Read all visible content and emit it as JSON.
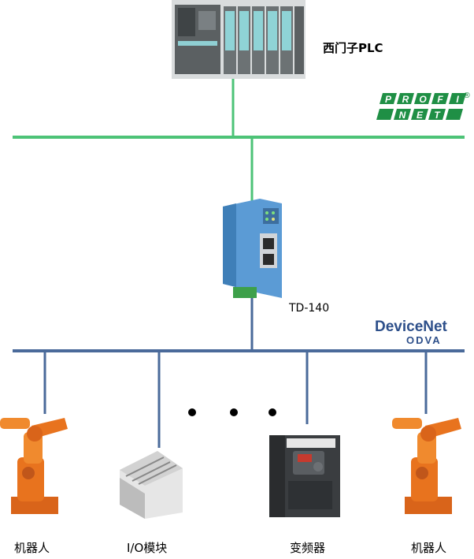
{
  "plc_label": "西门子PLC",
  "gateway_label": "TD-140",
  "profinet_logo": {
    "row1": [
      "P",
      "R",
      "O",
      "F",
      "I"
    ],
    "row2": [
      "N",
      "E",
      "T"
    ],
    "mark": "®"
  },
  "devicenet_logo": {
    "line1": "DeviceNet",
    "line2": "ODVA"
  },
  "devices": [
    {
      "label": "机器人"
    },
    {
      "label": "I/O模块"
    },
    {
      "label": "变频器"
    },
    {
      "label": "机器人"
    }
  ],
  "colors": {
    "profinet_line": "#4dc377",
    "devicenet_line": "#4a6a9a",
    "robot": "#e8731e",
    "gateway": "#5b9bd5"
  }
}
